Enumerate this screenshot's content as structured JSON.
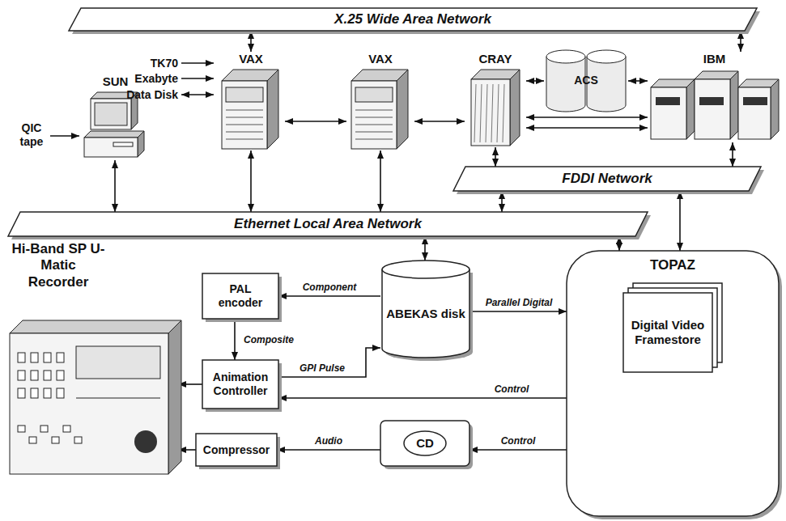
{
  "diagram": {
    "nodes": [
      {
        "text": [
          "X.25 Wide Area Network"
        ]
      },
      {
        "text": [
          "SUN"
        ]
      },
      {
        "text": [
          "VAX"
        ]
      },
      {
        "text": [
          "VAX"
        ]
      },
      {
        "text": [
          "CRAY"
        ]
      },
      {
        "text": [
          "ACS"
        ]
      },
      {
        "text": [
          "IBM"
        ]
      },
      {
        "text": [
          "FDDI Network"
        ]
      },
      {
        "text": [
          "Ethernet Local Area Network"
        ]
      },
      {
        "text": [
          "Hi-Band SP U-Matic Recorder"
        ]
      },
      {
        "text": [
          "PAL encoder"
        ]
      },
      {
        "text": [
          "ABEKAS disk"
        ]
      },
      {
        "text": [
          "TOPAZ"
        ]
      },
      {
        "text": [
          "Digital Video Framestore"
        ],
        "in": 12
      },
      {
        "text": [
          "Animation Controller"
        ]
      },
      {
        "text": [
          "CD"
        ]
      },
      {
        "text": [
          "Compressor"
        ]
      }
    ],
    "edges": [
      {
        "from": 0,
        "to": 2,
        "arrow": "both"
      },
      {
        "from": 0,
        "to": 6,
        "arrow": "both"
      },
      {
        "from": 2,
        "to": 3,
        "arrow": "both"
      },
      {
        "from": 3,
        "to": 4,
        "arrow": "both"
      },
      {
        "from": 4,
        "to": 5,
        "arrow": "both"
      },
      {
        "from": 5,
        "to": 6,
        "arrow": "both"
      },
      {
        "from": 4,
        "to": 6,
        "arrow": "both"
      },
      {
        "from": 4,
        "to": 6,
        "arrow": "both"
      },
      {
        "from": 4,
        "to": 7,
        "arrow": "both"
      },
      {
        "from": 6,
        "to": 7,
        "arrow": "both"
      },
      {
        "from": 7,
        "to": 8,
        "arrow": "both"
      },
      {
        "from": 7,
        "to": 12,
        "arrow": "both"
      },
      {
        "from": 8,
        "to": 12,
        "arrow": "both"
      },
      {
        "from": 1,
        "to": 8,
        "arrow": "both"
      },
      {
        "from": 2,
        "to": 8,
        "arrow": "both"
      },
      {
        "from": 3,
        "to": 8,
        "arrow": "both"
      },
      {
        "from": 8,
        "to": 11,
        "arrow": "both"
      },
      {
        "from": 11,
        "to": 12,
        "label": "Parallel Digital",
        "arrow": "to"
      },
      {
        "from": 11,
        "to": 10,
        "label": "Component",
        "arrow": "to"
      },
      {
        "from": 10,
        "to": 14,
        "label": "Composite",
        "arrow": "to"
      },
      {
        "from": 14,
        "to": 11,
        "label": "GPI Pulse",
        "arrow": "to"
      },
      {
        "from": 12,
        "to": 14,
        "label": "Control",
        "arrow": "to"
      },
      {
        "from": 14,
        "to": 9,
        "arrow": "to"
      },
      {
        "from": 16,
        "to": 9,
        "arrow": "to"
      },
      {
        "from": 15,
        "to": 16,
        "label": "Audio",
        "arrow": "to"
      },
      {
        "from": 12,
        "to": 15,
        "label": "Control",
        "arrow": "to"
      }
    ],
    "labels": [
      "TK70",
      "Exabyte",
      "Data Disk",
      "QIC tape"
    ]
  }
}
